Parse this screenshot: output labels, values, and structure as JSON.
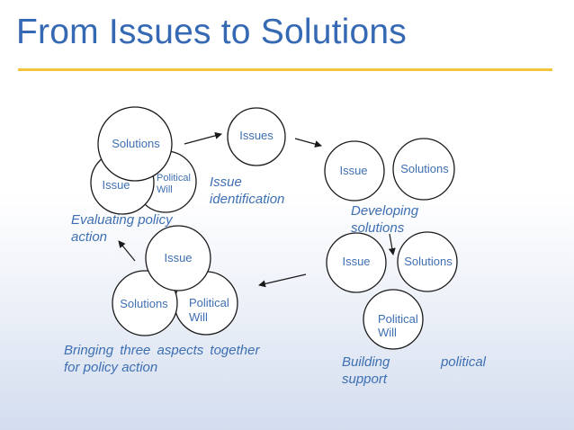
{
  "slide": {
    "title": "From Issues to Solutions"
  },
  "circles": {
    "evaluating_solutions": "Solutions",
    "evaluating_issue": "Issue",
    "evaluating_political_1": "Political",
    "evaluating_political_2": "Will",
    "identification_issues": "Issues",
    "developing_issue": "Issue",
    "developing_solutions": "Solutions",
    "building_issue": "Issue",
    "building_solutions": "Solutions",
    "building_political_1": "Political",
    "building_political_2": "Will",
    "together_issue": "Issue",
    "together_solutions": "Solutions",
    "together_political_1": "Political",
    "together_political_2": "Will"
  },
  "captions": {
    "issue_identification_1": "Issue",
    "issue_identification_2": "identification",
    "developing_1": "Developing",
    "developing_2": "solutions",
    "evaluating_1": "Evaluating policy",
    "evaluating_2": "action",
    "building_1": "Building",
    "building_2": "political",
    "building_3": "support",
    "together_1": "Bringing three aspects together",
    "together_2": "for policy action"
  },
  "colors": {
    "title": "#3569b4",
    "rule": "#f2c53d",
    "text": "#3e6fb2",
    "stroke": "#1a1a1a"
  }
}
